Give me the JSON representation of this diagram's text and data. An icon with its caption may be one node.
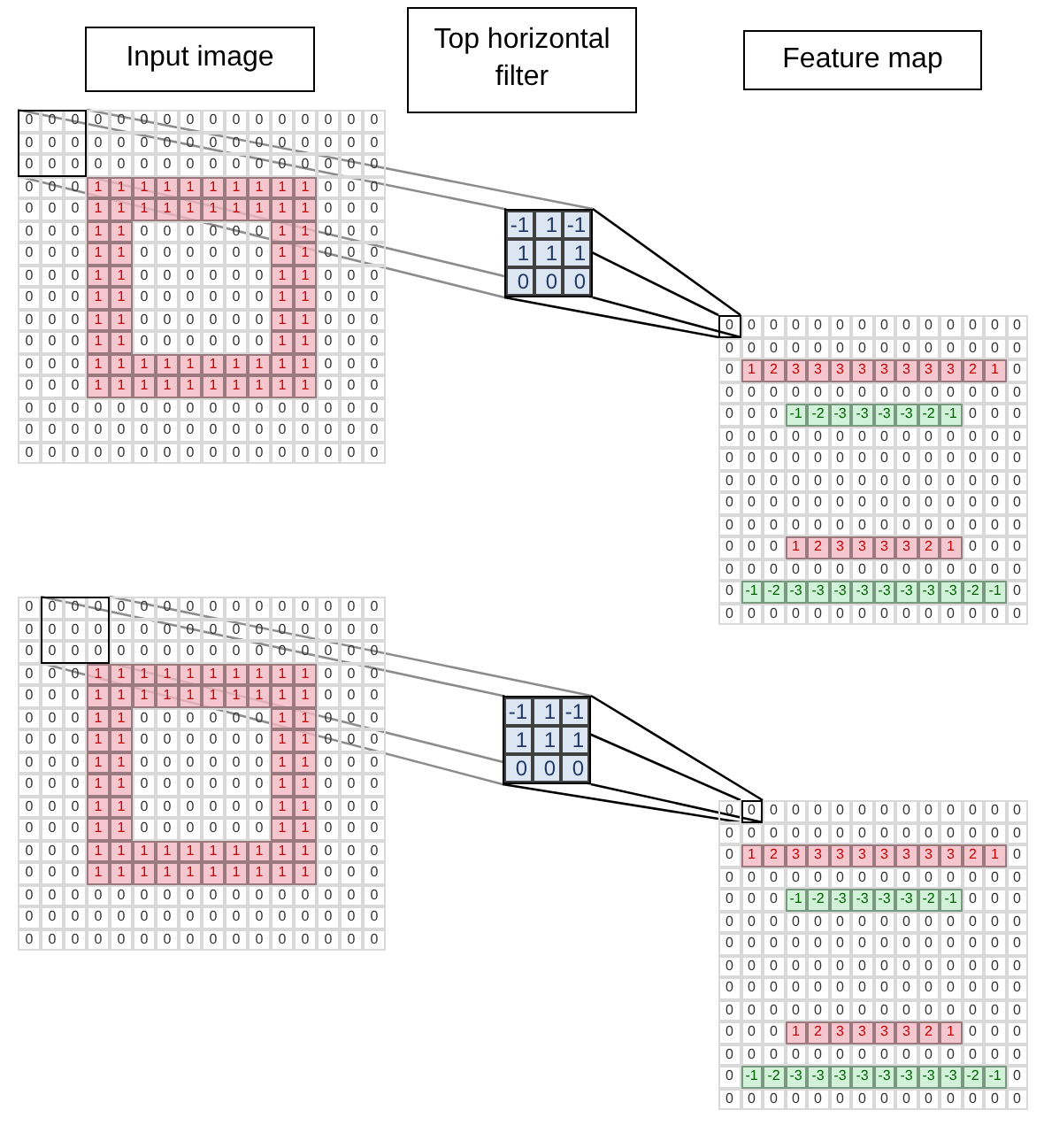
{
  "diagram": {
    "nodes": [
      {
        "text": [
          "Input image"
        ]
      },
      {
        "text": [
          "Top horizontal filter"
        ]
      },
      {
        "text": [
          "Feature map"
        ]
      },
      {
        "text": [],
        "shape": "box"
      },
      {
        "text": [
          "-1",
          "1",
          "-1",
          "1",
          "1",
          "1",
          "0",
          "0",
          "0"
        ]
      },
      {
        "text": [],
        "shape": "box"
      },
      {
        "text": [],
        "shape": "box"
      },
      {
        "text": [
          "-1",
          "1",
          "-1",
          "1",
          "1",
          "1",
          "0",
          "0",
          "0"
        ]
      },
      {
        "text": [],
        "shape": "box"
      }
    ],
    "edges": [
      {
        "from": 3,
        "to": 4,
        "arrow": "none",
        "color": "#8c8c8c"
      },
      {
        "from": 3,
        "to": 4,
        "arrow": "none",
        "color": "#8c8c8c"
      },
      {
        "from": 3,
        "to": 4,
        "arrow": "none",
        "color": "#8c8c8c"
      },
      {
        "from": 3,
        "to": 4,
        "arrow": "none",
        "color": "#8c8c8c"
      },
      {
        "from": 4,
        "to": 5,
        "arrow": "none",
        "color": "#000000"
      },
      {
        "from": 4,
        "to": 5,
        "arrow": "none",
        "color": "#000000"
      },
      {
        "from": 4,
        "to": 5,
        "arrow": "none",
        "color": "#000000"
      },
      {
        "from": 4,
        "to": 5,
        "arrow": "none",
        "color": "#000000"
      },
      {
        "from": 6,
        "to": 7,
        "arrow": "none",
        "color": "#8c8c8c"
      },
      {
        "from": 6,
        "to": 7,
        "arrow": "none",
        "color": "#8c8c8c"
      },
      {
        "from": 6,
        "to": 7,
        "arrow": "none",
        "color": "#8c8c8c"
      },
      {
        "from": 6,
        "to": 7,
        "arrow": "none",
        "color": "#8c8c8c"
      },
      {
        "from": 7,
        "to": 8,
        "arrow": "none",
        "color": "#000000"
      },
      {
        "from": 7,
        "to": 8,
        "arrow": "none",
        "color": "#000000"
      },
      {
        "from": 7,
        "to": 8,
        "arrow": "none",
        "color": "#000000"
      },
      {
        "from": 7,
        "to": 8,
        "arrow": "none",
        "color": "#000000"
      }
    ],
    "labels": [
      "0",
      "0",
      "0",
      "0",
      "0",
      "0",
      "0",
      "0",
      "0",
      "0",
      "0",
      "0",
      "0",
      "0",
      "0",
      "0",
      "0",
      "0",
      "0",
      "0",
      "0",
      "0",
      "0",
      "0",
      "0",
      "0",
      "0",
      "0",
      "0",
      "0",
      "0",
      "0",
      "0",
      "0",
      "0",
      "0",
      "0",
      "0",
      "0",
      "0",
      "0",
      "0",
      "0",
      "0",
      "0",
      "0",
      "0",
      "0",
      "0",
      "0",
      "0",
      "1",
      "1",
      "1",
      "1",
      "1",
      "1",
      "1",
      "1",
      "1",
      "1",
      "0",
      "0",
      "0",
      "0",
      "0",
      "0",
      "1",
      "1",
      "1",
      "1",
      "1",
      "1",
      "1",
      "1",
      "1",
      "1",
      "0",
      "0",
      "0",
      "0",
      "0",
      "0",
      "1",
      "1",
      "0",
      "0",
      "0",
      "0",
      "0",
      "0",
      "1",
      "1",
      "0",
      "0",
      "0",
      "0",
      "0",
      "0",
      "1",
      "1",
      "0",
      "0",
      "0",
      "0",
      "0",
      "0",
      "1",
      "1",
      "0",
      "0",
      "0",
      "0",
      "0",
      "0",
      "1",
      "1",
      "0",
      "0",
      "0",
      "0",
      "0",
      "0",
      "1",
      "1",
      "0",
      "0",
      "0",
      "0",
      "0",
      "0",
      "1",
      "1",
      "0",
      "0",
      "0",
      "0",
      "0",
      "0",
      "1",
      "1",
      "0",
      "0",
      "0",
      "0",
      "0",
      "0",
      "1",
      "1",
      "0",
      "0",
      "0",
      "0",
      "0",
      "0",
      "1",
      "1",
      "0",
      "0",
      "0",
      "0",
      "0",
      "0",
      "1",
      "1",
      "0",
      "0",
      "0",
      "0",
      "0",
      "0",
      "1",
      "1",
      "0",
      "0",
      "0",
      "0",
      "0",
      "0",
      "1",
      "1",
      "1",
      "1",
      "1",
      "1",
      "1",
      "1",
      "1",
      "1",
      "0",
      "0",
      "0",
      "0",
      "0",
      "0",
      "1",
      "1",
      "1",
      "1",
      "1",
      "1",
      "1",
      "1",
      "1",
      "1",
      "0",
      "0",
      "0",
      "0",
      "0",
      "0",
      "0",
      "0",
      "0",
      "0",
      "0",
      "0",
      "0",
      "0",
      "0",
      "0",
      "0",
      "0",
      "0",
      "0",
      "0",
      "0",
      "0",
      "0",
      "0",
      "0",
      "0",
      "0",
      "0",
      "0",
      "0",
      "0",
      "0",
      "0",
      "0",
      "0",
      "0",
      "0",
      "0",
      "0",
      "0",
      "0",
      "0",
      "0",
      "0",
      "0",
      "0",
      "0",
      "0",
      "0",
      "0",
      "0",
      "0",
      "0",
      "0",
      "0",
      "0",
      "0",
      "0",
      "0",
      "0",
      "0",
      "0",
      "0",
      "0",
      "0",
      "0",
      "0",
      "0",
      "0",
      "0",
      "0",
      "0",
      "0",
      "0",
      "0",
      "0",
      "0",
      "0",
      "0",
      "1",
      "2",
      "3",
      "3",
      "3",
      "3",
      "3",
      "3",
      "3",
      "3",
      "2",
      "1",
      "0",
      "0",
      "0",
      "0",
      "0",
      "0",
      "0",
      "0",
      "0",
      "0",
      "0",
      "0",
      "0",
      "0",
      "0",
      "0",
      "0",
      "0",
      "-1",
      "-2",
      "-3",
      "-3",
      "-3",
      "-3",
      "-2",
      "-1",
      "0",
      "0",
      "0",
      "0",
      "0",
      "0",
      "0",
      "0",
      "0",
      "0",
      "0",
      "0",
      "0",
      "0",
      "0",
      "0",
      "0",
      "0",
      "0",
      "0",
      "0",
      "0",
      "0",
      "0",
      "0",
      "0",
      "0",
      "0",
      "0",
      "0",
      "0",
      "0",
      "0",
      "0",
      "0",
      "0",
      "0",
      "0",
      "0",
      "0",
      "0",
      "0",
      "0",
      "0",
      "0",
      "0",
      "0",
      "0",
      "0",
      "0",
      "0",
      "0",
      "0",
      "0",
      "0",
      "0",
      "0",
      "0",
      "0",
      "0",
      "0",
      "0",
      "0",
      "0",
      "0",
      "0",
      "0",
      "0",
      "0",
      "0",
      "0",
      "0",
      "0",
      "0",
      "0",
      "0",
      "1",
      "2",
      "3",
      "3",
      "3",
      "3",
      "2",
      "1",
      "0",
      "0",
      "0",
      "0",
      "0",
      "0",
      "0",
      "0",
      "0",
      "0",
      "0",
      "0",
      "0",
      "0",
      "0",
      "0",
      "0",
      "0",
      "-1",
      "-2",
      "-3",
      "-3",
      "-3",
      "-3",
      "-3",
      "-3",
      "-3",
      "-3",
      "-2",
      "-1",
      "0",
      "0",
      "0",
      "0",
      "0",
      "0",
      "0",
      "0",
      "0",
      "0",
      "0",
      "0",
      "0",
      "0",
      "0",
      "0",
      "0",
      "0",
      "0",
      "0",
      "0",
      "0",
      "0",
      "0",
      "0",
      "0",
      "0",
      "0",
      "0",
      "0",
      "0",
      "0",
      "0",
      "0",
      "0",
      "0",
      "0",
      "0",
      "0",
      "0",
      "0",
      "0",
      "0",
      "0",
      "0",
      "0",
      "0",
      "0",
      "0",
      "0",
      "0",
      "0",
      "0",
      "0",
      "0",
      "0",
      "0",
      "0",
      "0",
      "0",
      "0",
      "0",
      "0",
      "0",
      "0",
      "0",
      "1",
      "1",
      "1",
      "1",
      "1",
      "1",
      "1",
      "1",
      "1",
      "1",
      "0",
      "0",
      "0",
      "0",
      "0",
      "0",
      "1",
      "1",
      "1",
      "1",
      "1",
      "1",
      "1",
      "1",
      "1",
      "1",
      "0",
      "0",
      "0",
      "0",
      "0",
      "0",
      "1",
      "1",
      "0",
      "0",
      "0",
      "0",
      "0",
      "0",
      "1",
      "1",
      "0",
      "0",
      "0",
      "0",
      "0",
      "0",
      "1",
      "1",
      "0",
      "0",
      "0",
      "0",
      "0",
      "0",
      "1",
      "1",
      "0",
      "0",
      "0",
      "0",
      "0",
      "0",
      "1",
      "1",
      "0",
      "0",
      "0",
      "0",
      "0",
      "0",
      "1",
      "1",
      "0",
      "0",
      "0",
      "0",
      "0",
      "0",
      "1",
      "1",
      "0",
      "0",
      "0",
      "0",
      "0",
      "0",
      "1",
      "1",
      "0",
      "0",
      "0",
      "0",
      "0",
      "0",
      "1",
      "1",
      "0",
      "0",
      "0",
      "0",
      "0",
      "0",
      "1",
      "1",
      "0",
      "0",
      "0",
      "0",
      "0",
      "0",
      "1",
      "1",
      "0",
      "0",
      "0",
      "0",
      "0",
      "0",
      "1",
      "1",
      "0",
      "0",
      "0",
      "0",
      "0",
      "0",
      "1",
      "1",
      "1",
      "1",
      "1",
      "1",
      "1",
      "1",
      "1",
      "1",
      "0",
      "0",
      "0",
      "0",
      "0",
      "0",
      "1",
      "1",
      "1",
      "1",
      "1",
      "1",
      "1",
      "1",
      "1",
      "1",
      "0",
      "0",
      "0",
      "0",
      "0",
      "0",
      "0",
      "0",
      "0",
      "0",
      "0",
      "0",
      "0",
      "0",
      "0",
      "0",
      "0",
      "0",
      "0",
      "0",
      "0",
      "0",
      "0",
      "0",
      "0",
      "0",
      "0",
      "0",
      "0",
      "0",
      "0",
      "0",
      "0",
      "0",
      "0",
      "0",
      "0",
      "0",
      "0",
      "0",
      "0",
      "0",
      "0",
      "0",
      "0",
      "0",
      "0",
      "0",
      "0",
      "0",
      "0",
      "0",
      "0",
      "0",
      "0",
      "0",
      "0",
      "0",
      "0",
      "0",
      "0",
      "0",
      "0",
      "0",
      "0",
      "0",
      "0",
      "0",
      "0",
      "0",
      "0",
      "0",
      "0",
      "0",
      "0",
      "0",
      "0",
      "0",
      "0",
      "0",
      "1",
      "2",
      "3",
      "3",
      "3",
      "3",
      "3",
      "3",
      "3",
      "3",
      "2",
      "1",
      "0",
      "0",
      "0",
      "0",
      "0",
      "0",
      "0",
      "0",
      "0",
      "0",
      "0",
      "0",
      "0",
      "0",
      "0",
      "0",
      "0",
      "0",
      "-1",
      "-2",
      "-3",
      "-3",
      "-3",
      "-3",
      "-2",
      "-1",
      "0",
      "0",
      "0",
      "0",
      "0",
      "0",
      "0",
      "0",
      "0",
      "0",
      "0",
      "0",
      "0",
      "0",
      "0",
      "0",
      "0",
      "0",
      "0",
      "0",
      "0",
      "0",
      "0",
      "0",
      "0",
      "0",
      "0",
      "0",
      "0",
      "0",
      "0",
      "0",
      "0",
      "0",
      "0",
      "0",
      "0",
      "0",
      "0",
      "0",
      "0",
      "0",
      "0",
      "0",
      "0",
      "0",
      "0",
      "0",
      "0",
      "0",
      "0",
      "0",
      "0",
      "0",
      "0",
      "0",
      "0",
      "0",
      "0",
      "0",
      "0",
      "0",
      "0",
      "0",
      "0",
      "0",
      "0",
      "0",
      "0",
      "0",
      "0",
      "0",
      "0",
      "0",
      "0",
      "0",
      "1",
      "2",
      "3",
      "3",
      "3",
      "3",
      "2",
      "1",
      "0",
      "0",
      "0",
      "0",
      "0",
      "0",
      "0",
      "0",
      "0",
      "0",
      "0",
      "0",
      "0",
      "0",
      "0",
      "0",
      "0",
      "0",
      "-1",
      "-2",
      "-3",
      "-3",
      "-3",
      "-3",
      "-3",
      "-3",
      "-3",
      "-3",
      "-2",
      "-1",
      "0",
      "0",
      "0",
      "0",
      "0",
      "0",
      "0",
      "0",
      "0",
      "0",
      "0",
      "0",
      "0",
      "0",
      "0"
    ]
  }
}
